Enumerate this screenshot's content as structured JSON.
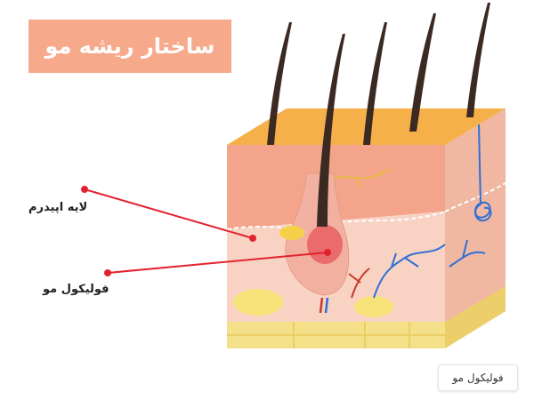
{
  "title": "ساختار ریشه مو",
  "labels": {
    "epidermis": "لایه اپیدرم",
    "follicle": "فولیکول مو"
  },
  "caption": "فولیکول مو",
  "colors": {
    "title_bg": "#f7a98c",
    "skin_top": "#f5b04a",
    "epidermis": "#f4a48a",
    "dermis": "#f6c9b8",
    "fat": "#f7e27a",
    "hair": "#3a2a22",
    "pointer": "#e2232f",
    "vein": "#2f6fd6",
    "artery": "#c53a2a"
  }
}
